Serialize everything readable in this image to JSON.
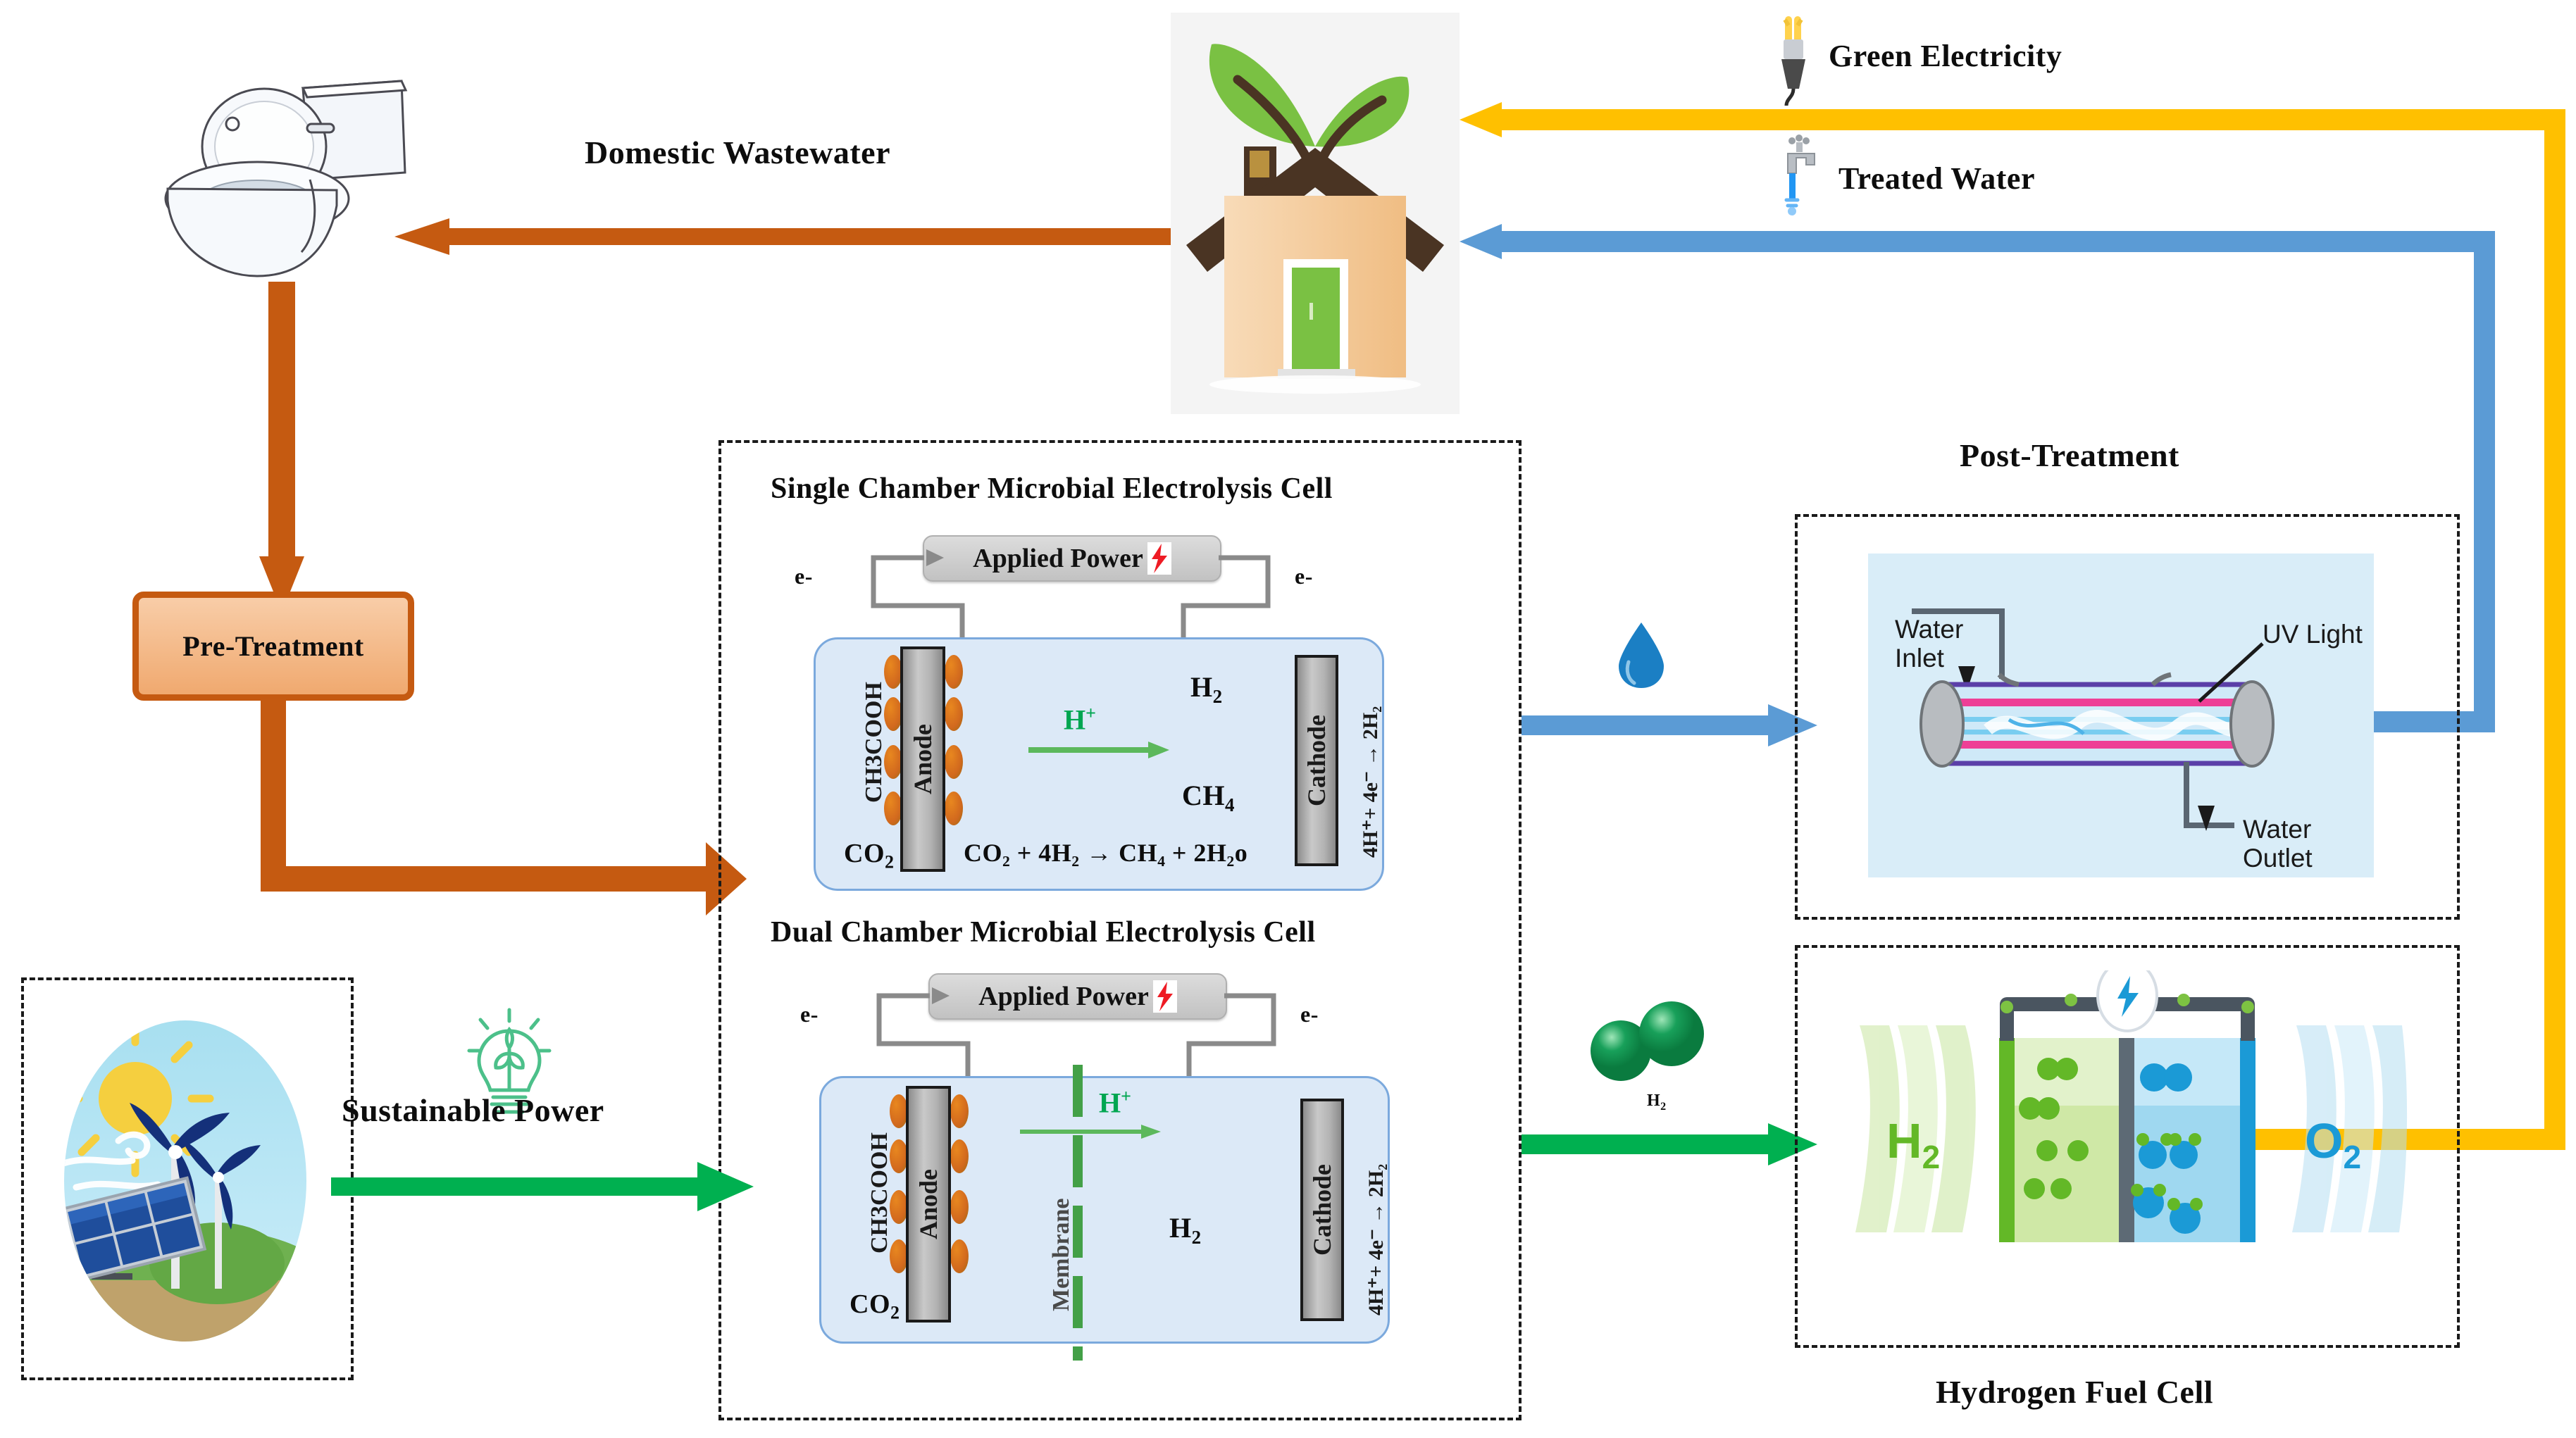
{
  "diagram": {
    "title": "Domestic wastewater treatment with microbial electrolysis cells",
    "background": "#ffffff"
  },
  "labels": {
    "domestic_wastewater": "Domestic Wastewater",
    "green_electricity": "Green Electricity",
    "treated_water": "Treated Water",
    "pre_treatment": "Pre-Treatment",
    "post_treatment": "Post-Treatment",
    "sustainable_power": "Sustainable Power",
    "hydrogen_fuel_cell": "Hydrogen Fuel Cell",
    "single_chamber_title": "Single Chamber Microbial Electrolysis Cell",
    "dual_chamber_title": "Dual Chamber Microbial Electrolysis Cell"
  },
  "single_chamber": {
    "applied_power": "Applied Power",
    "e_left": "e-",
    "e_right": "e-",
    "substrate": "CH3COOH",
    "anode": "Anode",
    "cathode": "Cathode",
    "proton": "H",
    "proton_sup": "+",
    "product_h2": "H",
    "product_h2_sub": "2",
    "product_ch4": "CH",
    "product_ch4_sub": "4",
    "co2": "CO",
    "co2_sub": "2",
    "cathode_equation": "4H⁺+ 4e⁻ → 2H₂",
    "bottom_equation": "CO₂ + 4H₂  →  CH₄ + 2H₂o"
  },
  "dual_chamber": {
    "applied_power": "Applied Power",
    "e_left": "e-",
    "e_right": "e-",
    "substrate": "CH3COOH",
    "anode": "Anode",
    "cathode": "Cathode",
    "membrane": "Membrane",
    "proton": "H",
    "proton_sup": "+",
    "product_h2": "H",
    "product_h2_sub": "2",
    "co2": "CO",
    "co2_sub": "2",
    "cathode_equation": "4H⁺+ 4e⁻ → 2H₂"
  },
  "post_treatment_unit": {
    "water_inlet": "Water\nInlet",
    "water_inlet_line1": "Water",
    "water_inlet_line2": "Inlet",
    "uv_light": "UV Light",
    "water_outlet_line1": "Water",
    "water_outlet_line2": "Outlet"
  },
  "fuel_cell_unit": {
    "h2": "H",
    "h2_sub": "2",
    "o2": "O",
    "o2_sub": "2"
  },
  "flow_icons": {
    "water_drop": "water-drop-icon",
    "hydrogen_molecule": "h2-molecule-icon",
    "hydrogen_molecule_label": "H",
    "hydrogen_molecule_label_sub": "2",
    "plug": "plug-icon",
    "faucet": "faucet-icon",
    "lightbulb": "eco-lightbulb-icon",
    "lightning": "lightning-bolt-icon"
  },
  "colors": {
    "wastewater_orange": "#c55a11",
    "pretreatment_fill": "#f4b183",
    "pretreatment_border": "#c55a11",
    "treated_water_blue": "#5b9bd5",
    "green_electricity_yellow": "#ffc000",
    "sustainable_green": "#00b050",
    "chamber_fill": "#dce9f7",
    "chamber_border": "#7ba9dd",
    "proton_green": "#00a651",
    "membrane_green": "#43a047",
    "bacteria_orange": "#d2691e",
    "uv_panel_bg": "#d9edf8",
    "fuelcell_h2_green": "#7dc242",
    "fuelcell_o2_blue": "#1b9ad6"
  }
}
